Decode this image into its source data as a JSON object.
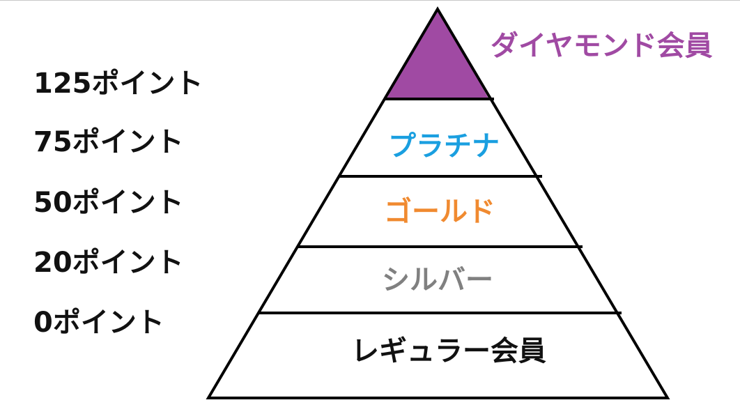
{
  "diagram": {
    "points": [
      {
        "label": "125ポイント"
      },
      {
        "label": "75ポイント"
      },
      {
        "label": "50ポイント"
      },
      {
        "label": "20ポイント"
      },
      {
        "label": "0ポイント"
      }
    ],
    "tiers": {
      "diamond": {
        "label": "ダイヤモンド会員",
        "color": "#a04aa3"
      },
      "platinum": {
        "label": "プラチナ",
        "color": "#1a9fe0"
      },
      "gold": {
        "label": "ゴールド",
        "color": "#f08a30"
      },
      "silver": {
        "label": "シルバー",
        "color": "#808080"
      },
      "regular": {
        "label": "レギュラー会員",
        "color": "#111111"
      }
    },
    "apex_fill": "#a04aa3",
    "line_color": "#000000"
  }
}
